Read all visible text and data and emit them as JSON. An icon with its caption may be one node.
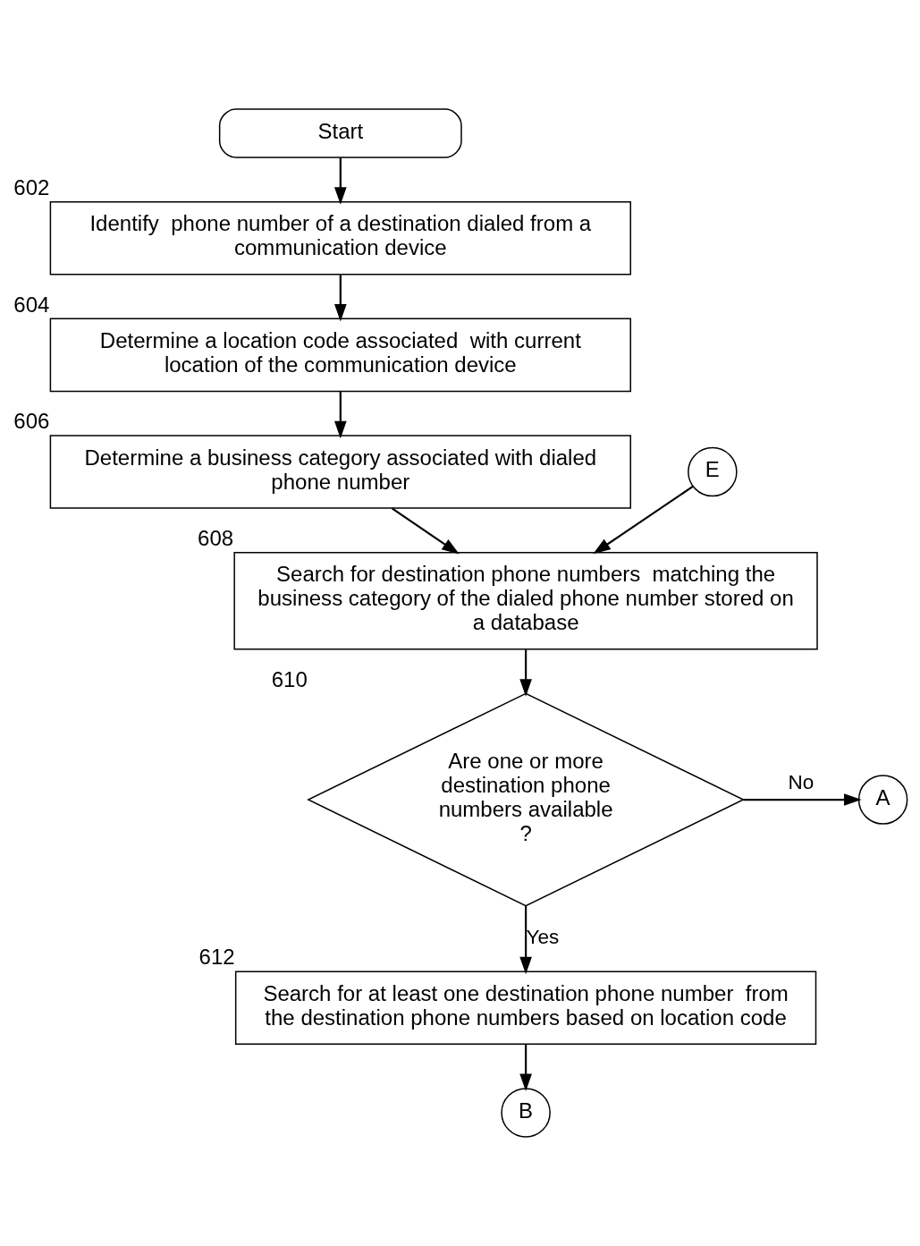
{
  "diagram": {
    "nodes": [
      {
        "text": [
          "Start"
        ]
      },
      {
        "text": [
          "Identify  phone number of a destination dialed from a communication device"
        ],
        "beside": [
          "602"
        ]
      },
      {
        "text": [
          "Determine a location code associated  with current location of the communication device"
        ],
        "beside": [
          "604"
        ]
      },
      {
        "text": [
          "Determine a business category associated with dialed phone number"
        ],
        "beside": [
          "606"
        ]
      },
      {
        "text": [
          "Search for destination phone numbers  matching the business category of the dialed phone number stored on a database"
        ],
        "beside": [
          "608"
        ]
      },
      {
        "text": [
          "Are one or more destination phone numbers available ?"
        ],
        "beside": [
          "610"
        ]
      },
      {
        "text": [
          "A"
        ]
      },
      {
        "text": [
          "Search for at least one destination phone number  from the destination phone numbers based on location code"
        ],
        "beside": [
          "612"
        ]
      },
      {
        "text": [
          "B"
        ]
      },
      {
        "text": [
          "E"
        ]
      }
    ],
    "edges": [
      {
        "from": 0,
        "to": 1,
        "arrow": "to"
      },
      {
        "from": 1,
        "to": 2,
        "arrow": "to"
      },
      {
        "from": 2,
        "to": 3,
        "arrow": "to"
      },
      {
        "from": 3,
        "to": 4,
        "arrow": "to"
      },
      {
        "from": 9,
        "to": 4,
        "arrow": "to"
      },
      {
        "from": 4,
        "to": 5,
        "arrow": "to"
      },
      {
        "from": 5,
        "to": 6,
        "arrow": "to",
        "label": "No"
      },
      {
        "from": 5,
        "to": 7,
        "arrow": "to",
        "label": "Yes"
      },
      {
        "from": 7,
        "to": 8,
        "arrow": "to"
      }
    ]
  }
}
